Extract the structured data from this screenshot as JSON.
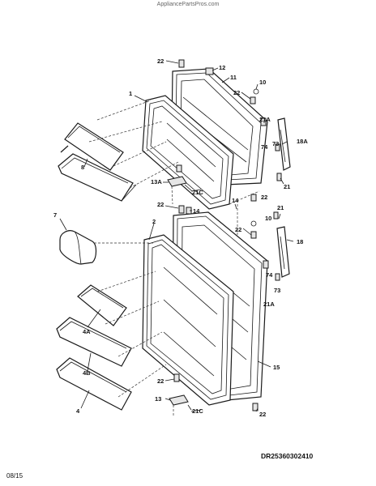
{
  "watermark": "AppliancePartsPros.com",
  "doc_number": "DR25360302410",
  "date": "08/15",
  "callouts": {
    "c22a": "22",
    "c12": "12",
    "c11": "11",
    "c10a": "10",
    "c22b": "22",
    "c1": "1",
    "c21a_a": "21A",
    "c74a": "74",
    "c73a": "73",
    "c18a": "18A",
    "c8": "8",
    "c13a": "13A",
    "c21c_a": "21C",
    "c21a": "21",
    "c22c": "22",
    "c14a": "14",
    "c14b": "14",
    "c22d": "22",
    "c21b": "21",
    "c7": "7",
    "c2": "2",
    "c10b": "10",
    "c22e": "22",
    "c18": "18",
    "c74b": "74",
    "c73b": "73",
    "c21a_b": "21A",
    "c4a": "4A",
    "c15": "15",
    "c4b": "4B",
    "c4": "4",
    "c22f": "22",
    "c13": "13",
    "c21c_b": "21C",
    "c22g": "22"
  }
}
